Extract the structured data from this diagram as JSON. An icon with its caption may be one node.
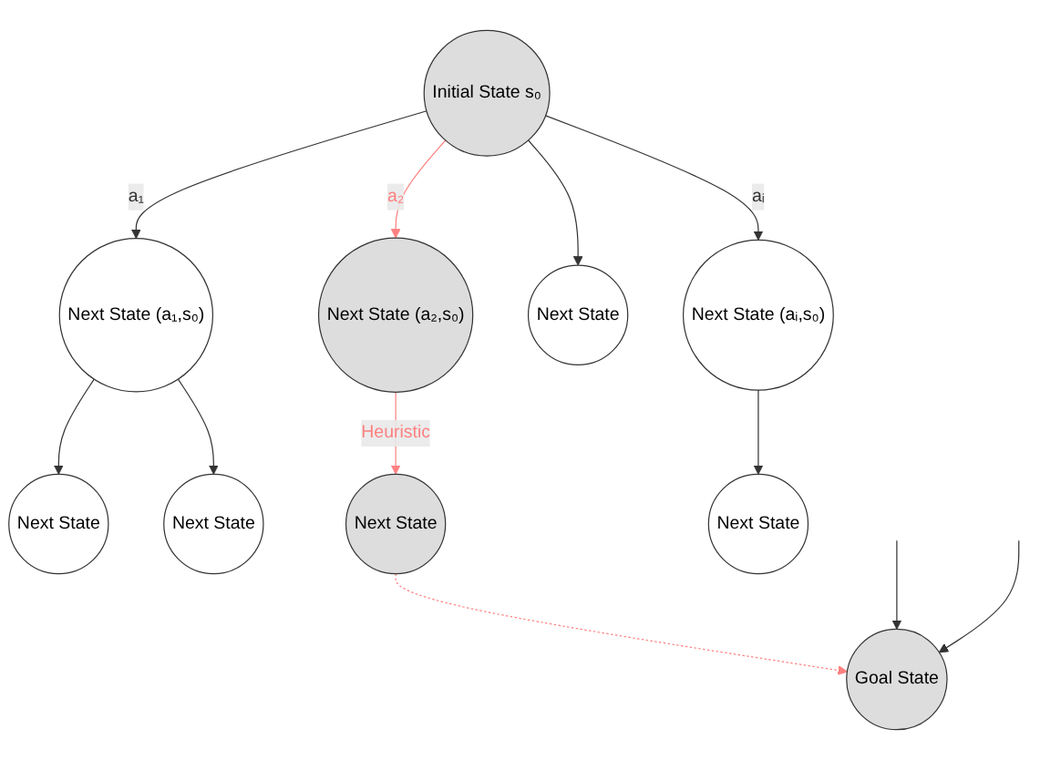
{
  "diagram": {
    "nodes": [
      {
        "text": [
          "Initial State s₀"
        ]
      },
      {
        "text": [
          "Next State (a₁,s₀)"
        ]
      },
      {
        "text": [
          "Next State (a₂,s₀)"
        ]
      },
      {
        "text": [
          "Next State"
        ]
      },
      {
        "text": [
          "Next State (aᵢ,s₀)"
        ]
      },
      {
        "text": [
          "Next State"
        ]
      },
      {
        "text": [
          "Next State"
        ]
      },
      {
        "text": [
          "Next State"
        ]
      },
      {
        "text": [
          "Next State"
        ]
      },
      {
        "text": [
          "Goal State"
        ]
      }
    ],
    "edges": [
      {
        "from": 0,
        "to": 1,
        "arrow": "to",
        "label": "a₁"
      },
      {
        "from": 0,
        "to": 2,
        "arrow": "to",
        "label": "a₂",
        "color": "#ff8080"
      },
      {
        "from": 0,
        "to": 3,
        "arrow": "to"
      },
      {
        "from": 0,
        "to": 4,
        "arrow": "to",
        "label": "aᵢ"
      },
      {
        "from": 1,
        "to": 5,
        "arrow": "to"
      },
      {
        "from": 1,
        "to": 6,
        "arrow": "to"
      },
      {
        "from": 4,
        "to": 8,
        "arrow": "to"
      },
      {
        "from": 2,
        "to": 7,
        "arrow": "to",
        "label": "Heuristic",
        "color": "#ff8080"
      },
      {
        "from": 7,
        "to": 9,
        "arrow": "to",
        "style": "dashed",
        "color": "#ff8080"
      },
      {
        "from": null,
        "to": 9,
        "arrow": "to"
      },
      {
        "from": null,
        "to": 9,
        "arrow": "to"
      }
    ]
  }
}
